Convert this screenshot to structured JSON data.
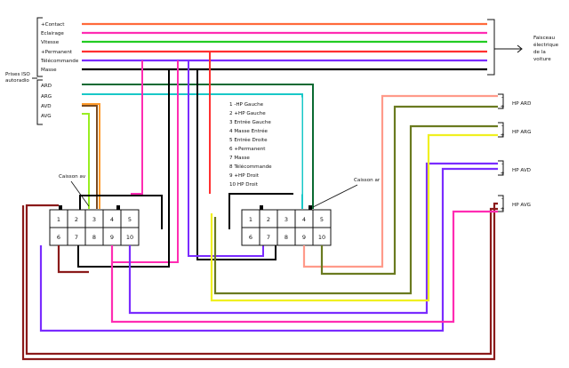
{
  "iso_bracket_label": [
    "Prises ISO",
    "autoradio"
  ],
  "harness_label": [
    "Faisceau",
    "électrique",
    "de la",
    "voiture"
  ],
  "wires_top": [
    {
      "label": "+Contact",
      "color": "#ff6a3a"
    },
    {
      "label": "Eclairage",
      "color": "#ff2cb2"
    },
    {
      "label": "Vitesse",
      "color": "#22cc22"
    },
    {
      "label": "+Permanent",
      "color": "#ff3030"
    },
    {
      "label": "Télécommande",
      "color": "#7a2cff"
    },
    {
      "label": "Masse",
      "color": "#000000"
    }
  ],
  "speaker_wires": [
    {
      "label": "ARD",
      "colors": [
        "#0a6a32",
        "#ffffff"
      ]
    },
    {
      "label": "ARG",
      "colors": [
        "#19c8c8",
        "#7a2cff"
      ]
    },
    {
      "label": "AVD",
      "colors": [
        "#ff9a2a",
        "#7a4a20"
      ]
    },
    {
      "label": "AVG",
      "colors": [
        "#99ee22",
        "#ff3030"
      ]
    }
  ],
  "left_box_label": "Caisson av",
  "right_box_label": "Caisson ar",
  "connector_pins": [
    "1",
    "2",
    "3",
    "4",
    "5",
    "6",
    "7",
    "8",
    "9",
    "10"
  ],
  "pin_legend": [
    "1  -HP Gauche",
    "2  +HP Gauche",
    "3  Entrée Gauche",
    "4  Masse Entrée",
    "5  Entrée Droite",
    "6  +Permanent",
    "7  Masse",
    "8  Télécommande",
    "9  +HP Droit",
    "10  HP Droit"
  ],
  "speakers": [
    {
      "label": "HP ARD",
      "minus": "-",
      "plus": "+"
    },
    {
      "label": "HP ARG",
      "minus": "-",
      "plus": "+"
    },
    {
      "label": "HP AVD",
      "minus": "-",
      "plus": "+"
    },
    {
      "label": "HP AVG",
      "minus": "-",
      "plus": "+"
    }
  ],
  "colors": {
    "wire_brown": "#8b1a1a",
    "wire_purple": "#7a2cff",
    "wire_magenta": "#ff2cb2",
    "wire_yellow": "#f0f020",
    "wire_olive": "#6a7a20",
    "wire_salmon": "#ff9a8a"
  }
}
